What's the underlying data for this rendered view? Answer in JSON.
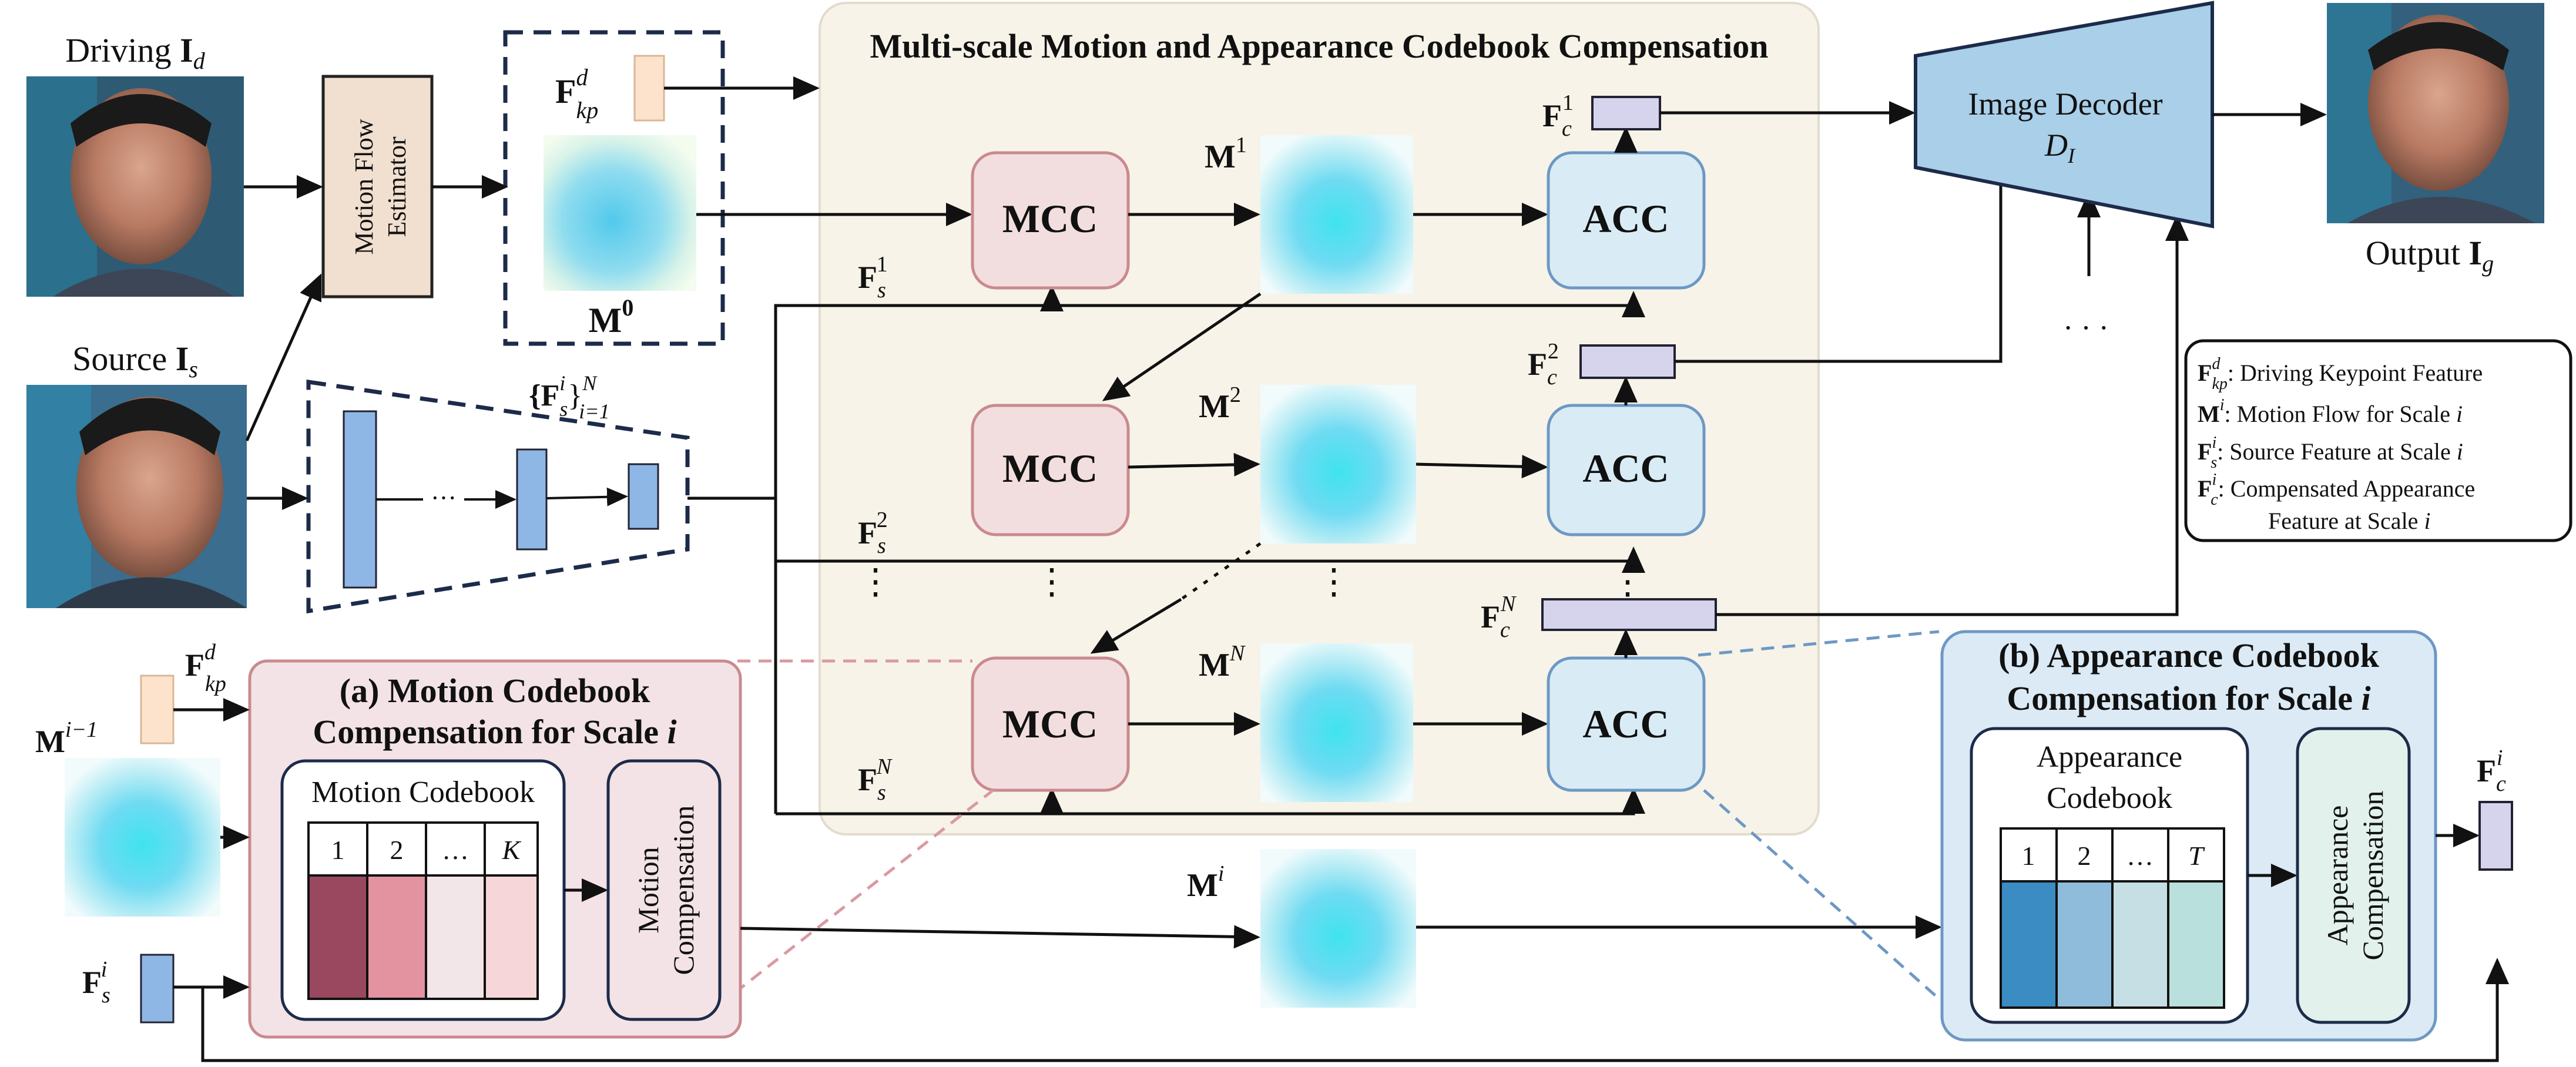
{
  "labels": {
    "driving": "Driving ",
    "driving_sym": "I",
    "driving_sub": "d",
    "source": "Source ",
    "source_sym": "I",
    "source_sub": "s",
    "output": "Output ",
    "output_sym": "I",
    "output_sub": "g",
    "motion_flow_estimator_1": "Motion Flow",
    "motion_flow_estimator_2": "Estimator",
    "fkp": "F",
    "fkp_sup": "d",
    "fkp_sub": "kp",
    "m0": "M",
    "m0_sup": "0",
    "fs_set": "{F",
    "fs_set_sup": "i",
    "fs_set_sub": "s",
    "fs_set_close": "}",
    "fs_set_N": "N",
    "fs_set_i1": "i=1",
    "dots": "···",
    "vdots": "⋮",
    "hdots": "· · ·",
    "main_title": "Multi-scale Motion and Appearance Codebook Compensation",
    "mcc": "MCC",
    "acc": "ACC",
    "m1": "M",
    "m1_sup": "1",
    "m2": "M",
    "m2_sup": "2",
    "mN": "M",
    "mN_sup": "N",
    "fs1": "F",
    "fs1_sub": "s",
    "fs1_sup": "1",
    "fs2": "F",
    "fs2_sub": "s",
    "fs2_sup": "2",
    "fsN": "F",
    "fsN_sub": "s",
    "fsN_sup": "N",
    "fc1": "F",
    "fc1_sub": "c",
    "fc1_sup": "1",
    "fc2": "F",
    "fc2_sub": "c",
    "fc2_sup": "2",
    "fcN": "F",
    "fcN_sub": "c",
    "fcN_sup": "N",
    "image_decoder": "Image Decoder",
    "decoder_sym": "D",
    "decoder_sub": "I",
    "panel_a_title_1": "(a) Motion Codebook",
    "panel_a_title_2": "Compensation for Scale ",
    "panel_a_title_i": "i",
    "motion_codebook": "Motion Codebook",
    "motion_codebook_cells": [
      "1",
      "2",
      "…",
      "K"
    ],
    "motion_compensation_1": "Motion",
    "motion_compensation_2": "Compensation",
    "mi_minus": "M",
    "mi_minus_sup": "i−1",
    "fkp_a": "F",
    "fkp_a_sup": "d",
    "fkp_a_sub": "kp",
    "fsi_a": "F",
    "fsi_a_sub": "s",
    "fsi_a_sup": "i",
    "mi": "M",
    "mi_sup": "i",
    "panel_b_title_1": "(b) Appearance Codebook",
    "panel_b_title_2": "Compensation for Scale ",
    "panel_b_title_i": "i",
    "appearance_codebook_1": "Appearance",
    "appearance_codebook_2": "Codebook",
    "appearance_codebook_cells": [
      "1",
      "2",
      "…",
      "T"
    ],
    "appearance_compensation_1": "Appearance",
    "appearance_compensation_2": "Compensation",
    "fci_b": "F",
    "fci_b_sub": "c",
    "fci_b_sup": "i"
  },
  "legend": [
    {
      "sym": "F",
      "sup": "d",
      "sub": "kp",
      "text": ": Driving Keypoint Feature"
    },
    {
      "sym": "M",
      "sup": "i",
      "sub": "",
      "text": ": Motion Flow for Scale "
    },
    {
      "sym": "F",
      "sup": "i",
      "sub": "s",
      "text": ": Source Feature at Scale "
    },
    {
      "sym": "F",
      "sup": "i",
      "sub": "c",
      "text": ": Compensated Appearance"
    }
  ],
  "legend_tail": {
    "scale_i": "i",
    "line5": "Feature at Scale "
  },
  "colors": {
    "main_panel_bg": "#f7f3e8",
    "mcc_fill": "#f3dedf",
    "mcc_stroke": "#c98a8f",
    "acc_fill": "#d9ecf6",
    "acc_stroke": "#6e98c4",
    "feature_blue": "#8eb7e5",
    "feature_lavender": "#d6d4ec",
    "kp_peach": "#fde3cc",
    "decoder_fill": "#a9cfe9",
    "panel_a_bg": "#f3e3e6",
    "panel_b_bg": "#dbeaf5",
    "motion_codebook_colors": [
      "#9a4860",
      "#e393a0",
      "#f3e6e8",
      "#f6d6d8"
    ],
    "appearance_codebook_colors": [
      "#3a8cc3",
      "#8fbcdb",
      "#c6dfe4",
      "#b9e0dc"
    ]
  }
}
